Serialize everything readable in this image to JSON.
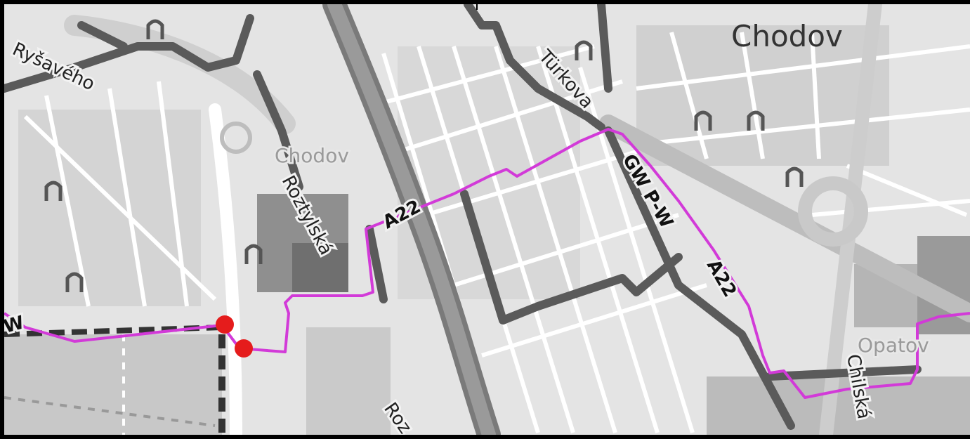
{
  "map": {
    "labels": {
      "chodov_district": "Chodov",
      "rysaveho": "Ryšavého",
      "turkova": "Türkova",
      "chodov_station": "Chodov",
      "roztylska": "Roztylská",
      "a22_left": "A22",
      "gw_pw": "GW P-W",
      "a22_right": "A22",
      "opatov": "Opatov",
      "chilska": "Chilská",
      "roz_bottom": "Roz",
      "w_left": "W"
    },
    "colors": {
      "route": "#d23ad8",
      "waypoint": "#e51c1c",
      "road_major": "#555555",
      "road_minor": "#ffffff",
      "background": "#e6e6e6",
      "block": "#cfcfcf",
      "park": "#a9a9a9"
    },
    "icons": [
      "metro-icon",
      "waypoint-marker"
    ]
  }
}
